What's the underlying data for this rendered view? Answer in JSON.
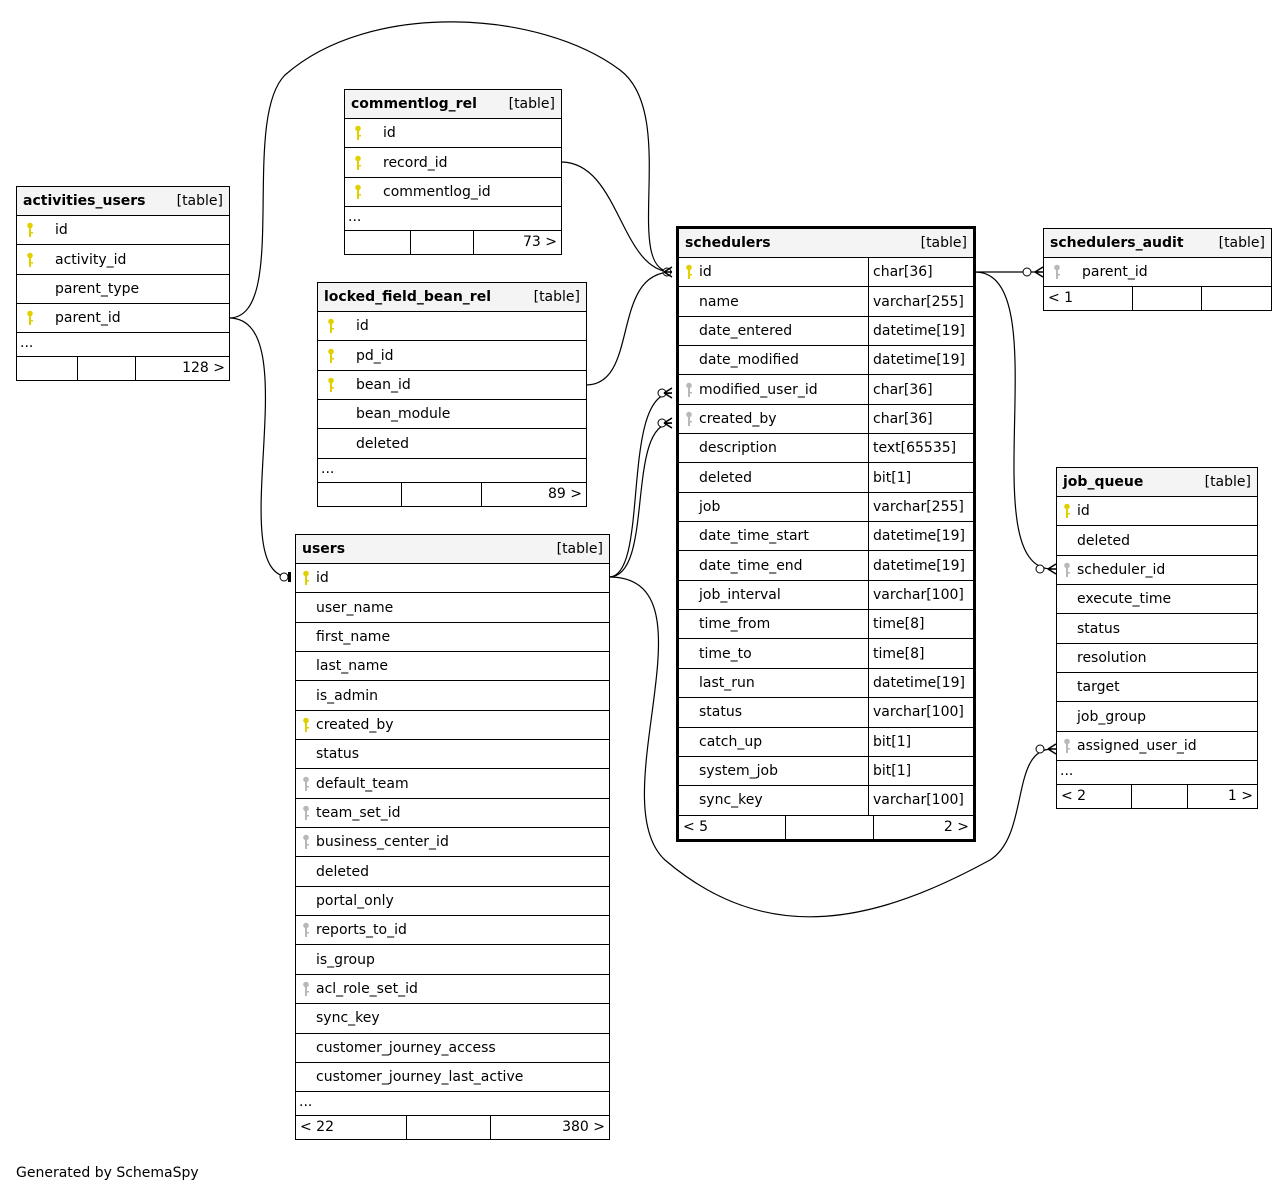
{
  "colors": {
    "primary_key": "#e0d000",
    "foreign_key": "#b8b8b8",
    "header_bg": "#f4f4f4"
  },
  "tables": [
    {
      "id": "activities_users",
      "name": "activities_users",
      "kind": "[table]",
      "columns": [
        {
          "name": "id",
          "key": "pk"
        },
        {
          "name": "activity_id",
          "key": "pk"
        },
        {
          "name": "parent_type",
          "key": null
        },
        {
          "name": "parent_id",
          "key": "pk"
        }
      ],
      "more": "...",
      "footer": {
        "left": "",
        "right": "128 >"
      }
    },
    {
      "id": "commentlog_rel",
      "name": "commentlog_rel",
      "kind": "[table]",
      "columns": [
        {
          "name": "id",
          "key": "pk"
        },
        {
          "name": "record_id",
          "key": "pk"
        },
        {
          "name": "commentlog_id",
          "key": "pk"
        }
      ],
      "more": "...",
      "footer": {
        "left": "",
        "right": "73 >"
      }
    },
    {
      "id": "locked_field_bean_rel",
      "name": "locked_field_bean_rel",
      "kind": "[table]",
      "columns": [
        {
          "name": "id",
          "key": "pk"
        },
        {
          "name": "pd_id",
          "key": "pk"
        },
        {
          "name": "bean_id",
          "key": "pk"
        },
        {
          "name": "bean_module",
          "key": null
        },
        {
          "name": "deleted",
          "key": null
        }
      ],
      "more": "...",
      "footer": {
        "left": "",
        "right": "89 >"
      }
    },
    {
      "id": "users",
      "name": "users",
      "kind": "[table]",
      "columns": [
        {
          "name": "id",
          "key": "pk"
        },
        {
          "name": "user_name",
          "key": null
        },
        {
          "name": "first_name",
          "key": null
        },
        {
          "name": "last_name",
          "key": null
        },
        {
          "name": "is_admin",
          "key": null
        },
        {
          "name": "created_by",
          "key": "pk"
        },
        {
          "name": "status",
          "key": null
        },
        {
          "name": "default_team",
          "key": "fk"
        },
        {
          "name": "team_set_id",
          "key": "fk"
        },
        {
          "name": "business_center_id",
          "key": "fk"
        },
        {
          "name": "deleted",
          "key": null
        },
        {
          "name": "portal_only",
          "key": null
        },
        {
          "name": "reports_to_id",
          "key": "fk"
        },
        {
          "name": "is_group",
          "key": null
        },
        {
          "name": "acl_role_set_id",
          "key": "fk"
        },
        {
          "name": "sync_key",
          "key": null
        },
        {
          "name": "customer_journey_access",
          "key": null
        },
        {
          "name": "customer_journey_last_active",
          "key": null
        }
      ],
      "more": "...",
      "footer": {
        "left": "< 22",
        "right": "380 >"
      }
    },
    {
      "id": "schedulers",
      "name": "schedulers",
      "kind": "[table]",
      "columns": [
        {
          "name": "id",
          "type": "char[36]",
          "key": "pk"
        },
        {
          "name": "name",
          "type": "varchar[255]",
          "key": null
        },
        {
          "name": "date_entered",
          "type": "datetime[19]",
          "key": null
        },
        {
          "name": "date_modified",
          "type": "datetime[19]",
          "key": null
        },
        {
          "name": "modified_user_id",
          "type": "char[36]",
          "key": "fk"
        },
        {
          "name": "created_by",
          "type": "char[36]",
          "key": "fk"
        },
        {
          "name": "description",
          "type": "text[65535]",
          "key": null
        },
        {
          "name": "deleted",
          "type": "bit[1]",
          "key": null
        },
        {
          "name": "job",
          "type": "varchar[255]",
          "key": null
        },
        {
          "name": "date_time_start",
          "type": "datetime[19]",
          "key": null
        },
        {
          "name": "date_time_end",
          "type": "datetime[19]",
          "key": null
        },
        {
          "name": "job_interval",
          "type": "varchar[100]",
          "key": null
        },
        {
          "name": "time_from",
          "type": "time[8]",
          "key": null
        },
        {
          "name": "time_to",
          "type": "time[8]",
          "key": null
        },
        {
          "name": "last_run",
          "type": "datetime[19]",
          "key": null
        },
        {
          "name": "status",
          "type": "varchar[100]",
          "key": null
        },
        {
          "name": "catch_up",
          "type": "bit[1]",
          "key": null
        },
        {
          "name": "system_job",
          "type": "bit[1]",
          "key": null
        },
        {
          "name": "sync_key",
          "type": "varchar[100]",
          "key": null
        }
      ],
      "more": null,
      "footer": {
        "left": "< 5",
        "right": "2 >"
      }
    },
    {
      "id": "schedulers_audit",
      "name": "schedulers_audit",
      "kind": "[table]",
      "columns": [
        {
          "name": "parent_id",
          "key": "fk"
        }
      ],
      "more": null,
      "footer": {
        "left": "< 1",
        "right": ""
      }
    },
    {
      "id": "job_queue",
      "name": "job_queue",
      "kind": "[table]",
      "columns": [
        {
          "name": "id",
          "key": "pk"
        },
        {
          "name": "deleted",
          "key": null
        },
        {
          "name": "scheduler_id",
          "key": "fk"
        },
        {
          "name": "execute_time",
          "key": null
        },
        {
          "name": "status",
          "key": null
        },
        {
          "name": "resolution",
          "key": null
        },
        {
          "name": "target",
          "key": null
        },
        {
          "name": "job_group",
          "key": null
        },
        {
          "name": "assigned_user_id",
          "key": "fk"
        }
      ],
      "more": "...",
      "footer": {
        "left": "< 2",
        "right": "1 >"
      }
    }
  ],
  "relationships": [
    {
      "from": "activities_users.parent_id",
      "to": "schedulers.id"
    },
    {
      "from": "activities_users.parent_id",
      "to": "users.id"
    },
    {
      "from": "commentlog_rel.record_id",
      "to": "schedulers.id"
    },
    {
      "from": "locked_field_bean_rel.bean_id",
      "to": "schedulers.id"
    },
    {
      "from": "schedulers.modified_user_id",
      "to": "users.id"
    },
    {
      "from": "schedulers.created_by",
      "to": "users.id"
    },
    {
      "from": "job_queue.assigned_user_id",
      "to": "users.id"
    },
    {
      "from": "schedulers_audit.parent_id",
      "to": "schedulers.id"
    },
    {
      "from": "job_queue.scheduler_id",
      "to": "schedulers.id"
    }
  ],
  "footer_text": "Generated by SchemaSpy"
}
